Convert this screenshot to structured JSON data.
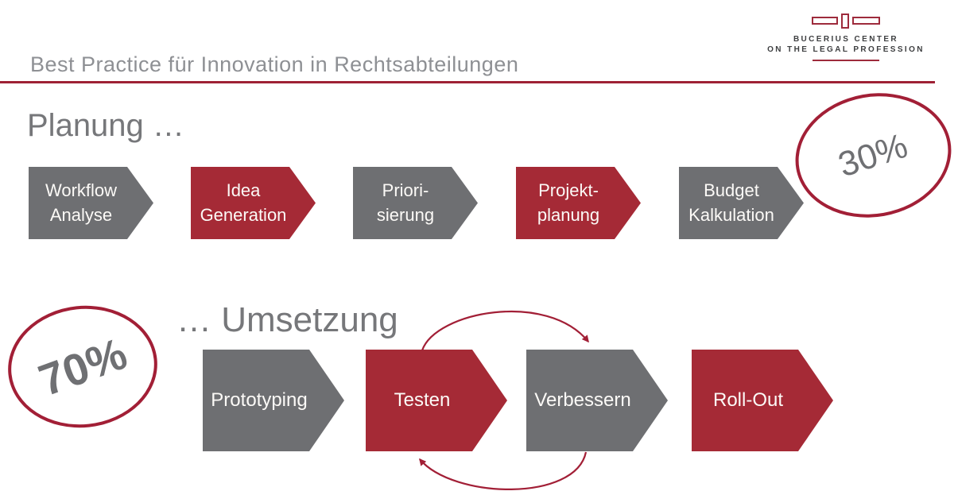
{
  "header": {
    "title": "Best Practice für Innovation in Rechtsabteilungen",
    "logo": {
      "line1": "BUCERIUS CENTER",
      "line2": "ON THE LEGAL PROFESSION"
    }
  },
  "sections": {
    "planning": {
      "heading": "Planung …",
      "badge": "30%",
      "steps": [
        {
          "line1": "Workflow",
          "line2": "Analyse",
          "color": "gray"
        },
        {
          "line1": "Idea",
          "line2": "Generation",
          "color": "red"
        },
        {
          "line1": "Priori-",
          "line2": "sierung",
          "color": "gray"
        },
        {
          "line1": "Projekt-",
          "line2": "planung",
          "color": "red"
        },
        {
          "line1": "Budget",
          "line2": "Kalkulation",
          "color": "gray"
        }
      ]
    },
    "implementation": {
      "heading": "… Umsetzung",
      "badge": "70%",
      "steps": [
        {
          "label": "Prototyping",
          "color": "gray"
        },
        {
          "label": "Testen",
          "color": "red"
        },
        {
          "label": "Verbessern",
          "color": "gray"
        },
        {
          "label": "Roll-Out",
          "color": "red"
        }
      ],
      "loop": {
        "from": "Testen",
        "to": "Verbessern"
      }
    }
  },
  "colors": {
    "brand_red": "#A52A36",
    "accent_red": "#A21F36",
    "arrow_gray": "#6E6F72",
    "heading_gray": "#76777A",
    "title_gray": "#8E9094",
    "label_white": "#FCFAF7"
  }
}
